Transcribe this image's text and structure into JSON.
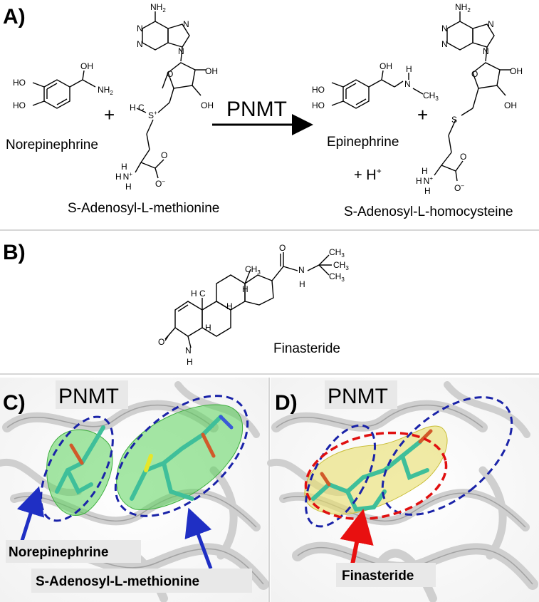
{
  "panels": {
    "a": {
      "letter": "A)",
      "enzyme": "PNMT",
      "plus": "+",
      "proton": "+ H",
      "proton_sup": "+",
      "reactants": [
        "Norepinephrine",
        "S-Adenosyl-L-methionine"
      ],
      "products": [
        "Epinephrine",
        "S-Adenosyl-L-homocysteine"
      ]
    },
    "b": {
      "letter": "B)",
      "compound": "Finasteride"
    },
    "c": {
      "letter": "C)",
      "enzyme": "PNMT",
      "labels": [
        "Norepinephrine",
        "S-Adenosyl-L-methionine"
      ]
    },
    "d": {
      "letter": "D)",
      "enzyme": "PNMT",
      "labels": [
        "Finasteride"
      ]
    }
  },
  "atoms": {
    "nh2": "NH",
    "sub2": "2",
    "oh": "OH",
    "ho": "HO",
    "n": "N",
    "h": "H",
    "nh": "NH",
    "s": "S",
    "s_plus": "+",
    "o": "O",
    "o_minus": "–",
    "ch3": "CH",
    "sub3": "3",
    "h3c": "H C",
    "h3c_sub": "3"
  },
  "colors": {
    "ribbon": "#cfcfcf",
    "dash_blue": "#1a23a8",
    "dash_red": "#e01010",
    "green_surface": "#5bd35b",
    "yellow_surface": "#e8de6a",
    "arrow_blue": "#1f2fc4",
    "arrow_red": "#e81010"
  }
}
